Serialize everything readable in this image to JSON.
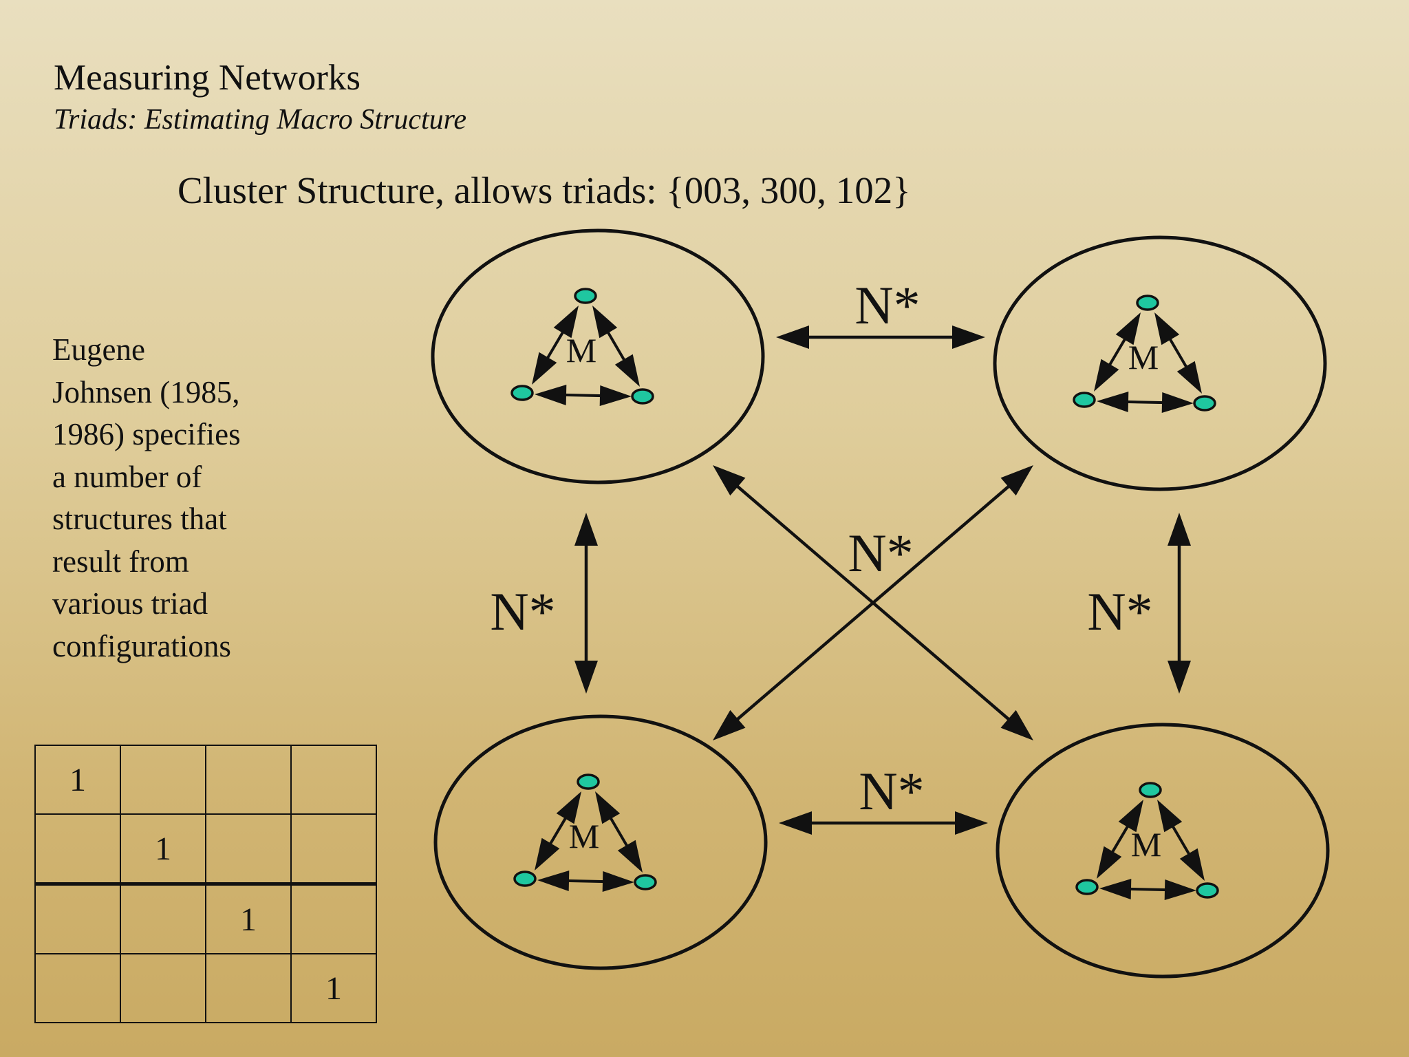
{
  "slide": {
    "title": "Measuring Networks",
    "subtitle": "Triads: Estimating Macro Structure",
    "heading": "Cluster Structure, allows triads: {003, 300, 102}"
  },
  "side_text": [
    "Eugene",
    "Johnsen (1985,",
    "1986) specifies",
    "a number of",
    "structures that",
    "result from",
    "various triad",
    "configurations"
  ],
  "diagram": {
    "cluster_label": "M",
    "link_label": "N*",
    "colors": {
      "node_fill": "#1fc7a0",
      "stroke": "#111111"
    }
  },
  "matrix": [
    [
      "1",
      "",
      "",
      ""
    ],
    [
      "",
      "1",
      "",
      ""
    ],
    [
      "",
      "",
      "1",
      ""
    ],
    [
      "",
      "",
      "",
      "1"
    ]
  ]
}
